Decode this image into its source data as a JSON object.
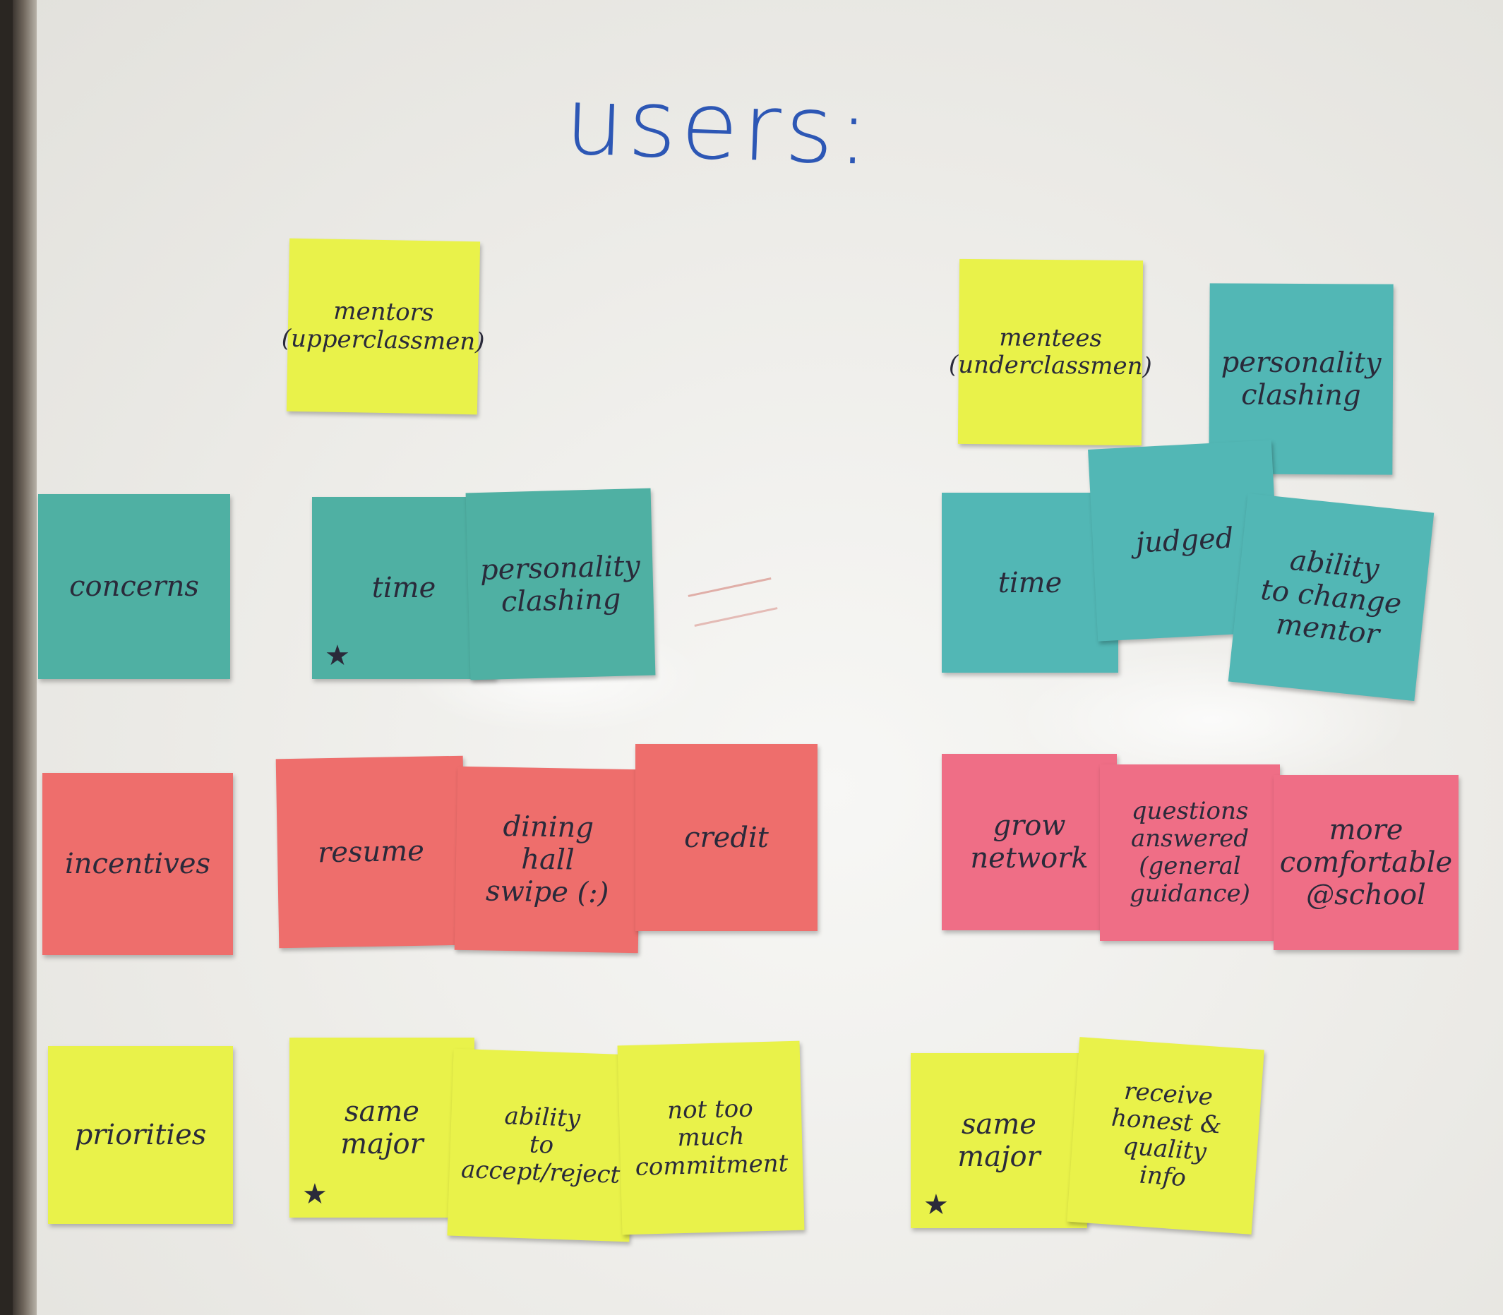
{
  "title": "users:",
  "notes": {
    "mentors": "mentors\n(upperclassmen)",
    "mentees": "mentees\n(underclassmen)",
    "personality_right": "personality\nclashing",
    "concerns": "concerns",
    "time_left": "time",
    "personality_left": "personality\nclashing",
    "time_right": "time",
    "judged": "judged",
    "ability_change": "ability\nto change\nmentor",
    "incentives": "incentives",
    "resume": "resume",
    "dining": "dining\nhall\nswipe (:)",
    "credit": "credit",
    "grow_network": "grow\nnetwork",
    "questions": "questions\nanswered\n(general guidance)",
    "comfortable": "more\ncomfortable\n@school",
    "priorities": "priorities",
    "same_major_left": "same\nmajor",
    "accept_reject": "ability\nto\naccept/reject",
    "commitment": "not too\nmuch\ncommitment",
    "same_major_right": "same\nmajor",
    "honest": "receive\nhonest &\nquality\ninfo"
  },
  "star_mark": "★",
  "colors": {
    "yellow": "#e9f24a",
    "teal": "#4fb0a3",
    "red": "#ee6e6c",
    "pink": "#ef6e86",
    "marker_blue": "#2d57b5"
  }
}
